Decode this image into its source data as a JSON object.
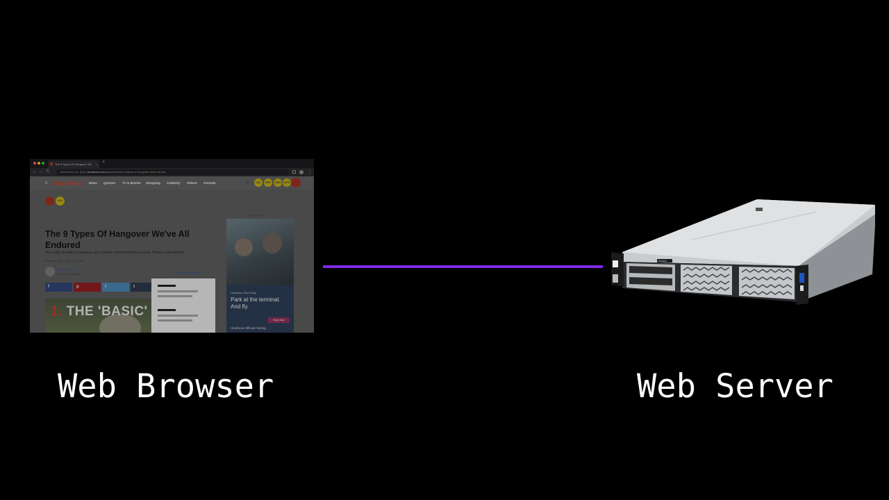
{
  "browser_thumbnail": {
    "tab_title": "The 9 Types Of Hangover We",
    "tab_close": "×",
    "new_tab": "+",
    "url_site": "BuzzFeed, Inc. [US]",
    "url_host": "buzzfeed.com",
    "url_path": "/samparker/the-9-types-of-hangover-weve-all-had",
    "nav_back": "←",
    "nav_forward": "→",
    "nav_reload": "C",
    "logo": "BuzzFeed",
    "nav_links": [
      "News",
      "Quizzes",
      "TV & Movies",
      "Shopping",
      "Celebrity",
      "Videos",
      "Animals"
    ],
    "badges": [
      "LOL",
      "WTF",
      "OMG",
      "CUTE"
    ],
    "headline": "The 9 Types Of Hangover We've All Endured",
    "dek": "You really shouldn't experience any of these more than twice a week. Please read sensibly.",
    "posted": "Posted on May 2, 2016, at 8:30 a.m.",
    "author_name": "Sam Parker",
    "author_role": "BuzzFeed Contributor",
    "comments": "View 31 comments ↓",
    "share_icons": [
      "f",
      "p",
      "t",
      "t"
    ],
    "hero_number": "1.",
    "hero_text": "THE 'BASIC'",
    "ad_label": "ADVERTISEMENT",
    "ad_small": "Heathrow Short Stay",
    "ad_big": "Park at the terminal. And fly.",
    "ad_button": "Book Now",
    "ad_brand": "Heathrow Official Parking",
    "colors": {
      "logo": "#b8442f",
      "link": "#2e4f8c",
      "facebook": "#3b5998",
      "pinterest": "#bd2126",
      "twitter": "#55acee",
      "tumblr": "#35465c"
    }
  },
  "connector": {
    "color": "#7d2ae8"
  },
  "server": {
    "badge": "Lenovo",
    "icon": "rack-server"
  },
  "labels": {
    "browser": "Web Browser",
    "server": "Web Server"
  }
}
